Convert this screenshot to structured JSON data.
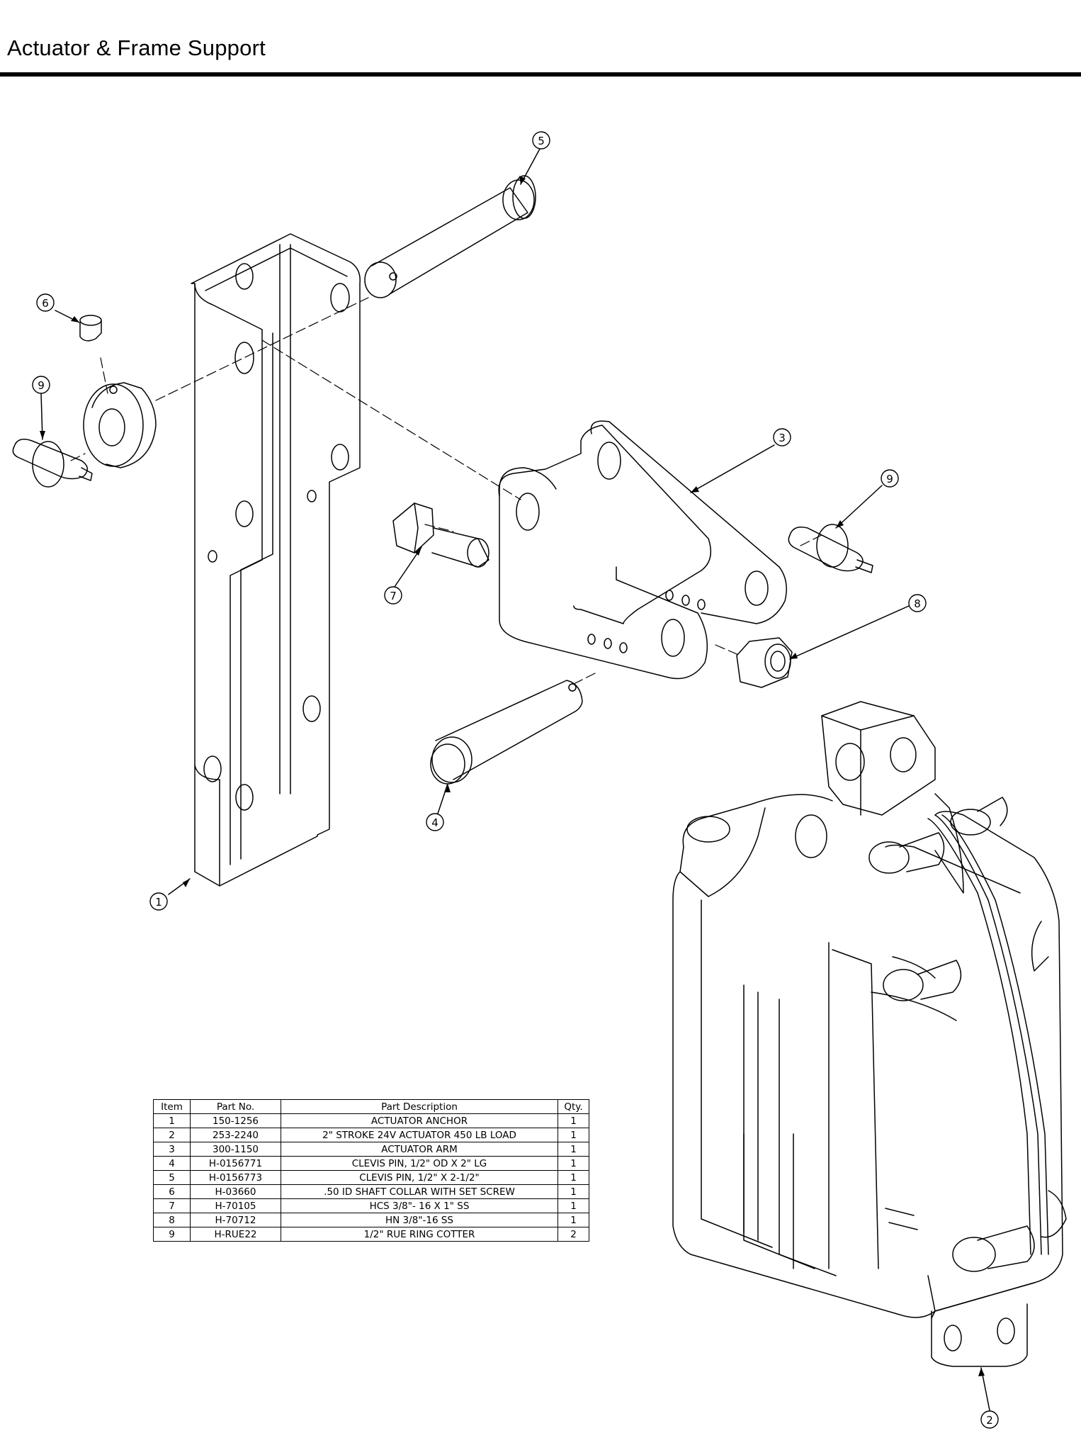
{
  "header": {
    "title": "Actuator & Frame Support"
  },
  "callouts": [
    "1",
    "2",
    "3",
    "4",
    "5",
    "6",
    "7",
    "8",
    "9",
    "9"
  ],
  "bom": {
    "columns": [
      "Item",
      "Part No.",
      "Part Description",
      "Qty."
    ],
    "rows": [
      {
        "item": "1",
        "part": "150-1256",
        "desc": "ACTUATOR ANCHOR",
        "qty": "1"
      },
      {
        "item": "2",
        "part": "253-2240",
        "desc": "2\" STROKE 24V ACTUATOR 450 LB LOAD",
        "qty": "1"
      },
      {
        "item": "3",
        "part": "300-1150",
        "desc": "ACTUATOR ARM",
        "qty": "1"
      },
      {
        "item": "4",
        "part": "H-0156771",
        "desc": "CLEVIS PIN, 1/2\" OD X 2\" LG",
        "qty": "1"
      },
      {
        "item": "5",
        "part": "H-0156773",
        "desc": "CLEVIS PIN, 1/2\" X 2-1/2\"",
        "qty": "1"
      },
      {
        "item": "6",
        "part": "H-03660",
        "desc": ".50 ID SHAFT COLLAR WITH SET SCREW",
        "qty": "1"
      },
      {
        "item": "7",
        "part": "H-70105",
        "desc": "HCS 3/8\"- 16 X 1\" SS",
        "qty": "1"
      },
      {
        "item": "8",
        "part": "H-70712",
        "desc": "HN 3/8\"-16 SS",
        "qty": "1"
      },
      {
        "item": "9",
        "part": "H-RUE22",
        "desc": "1/2\" RUE RING COTTER",
        "qty": "2"
      }
    ]
  }
}
